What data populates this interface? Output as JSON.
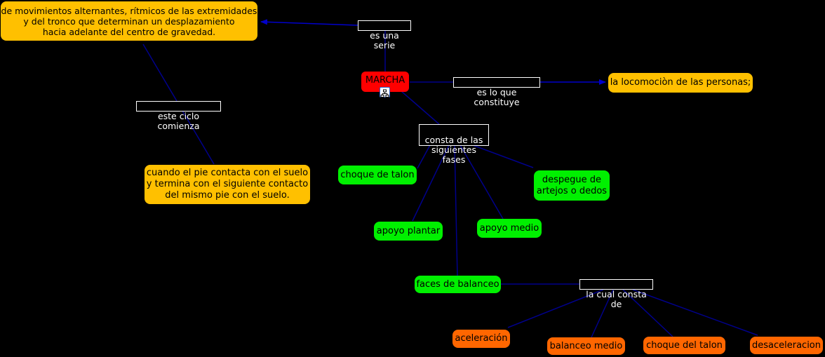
{
  "nodes": {
    "marcha": "MARCHA",
    "movimientos": "de movimientos alternantes, rítmicos de las extremidades\ny del tronco que determinan un desplazamiento\nhacia adelante del centro de gravedad.",
    "locomocion": "la locomociòn de las personas;",
    "cuando": "cuando el pie contacta con el suelo\ny termina con el siguiente contacto\ndel mismo pie con el suelo.",
    "choque_talon": "choque de talon",
    "despegue": "despegue de\nartejos o dedos",
    "apoyo_plantar": "apoyo plantar",
    "apoyo_medio": "apoyo medio",
    "faces_balanceo": "faces de balanceo",
    "aceleracion": "aceleración",
    "balanceo_medio": "balanceo medio",
    "choque_del_talon": "choque del talon",
    "desaceleracion": "desaceleracion"
  },
  "links": {
    "es_una_serie": "es una serie",
    "es_lo_que": "es lo que constituye",
    "este_ciclo": "este ciclo comienza",
    "consta": "consta de las\nsiguientes fases",
    "la_cual": "la cual consta de"
  },
  "colors": {
    "line": "#00008b",
    "yellow": "#ffc000",
    "green": "#00f000",
    "orange": "#ff6600",
    "red": "#ff0000"
  },
  "icons": {
    "marcha": "concept-map-icon"
  }
}
